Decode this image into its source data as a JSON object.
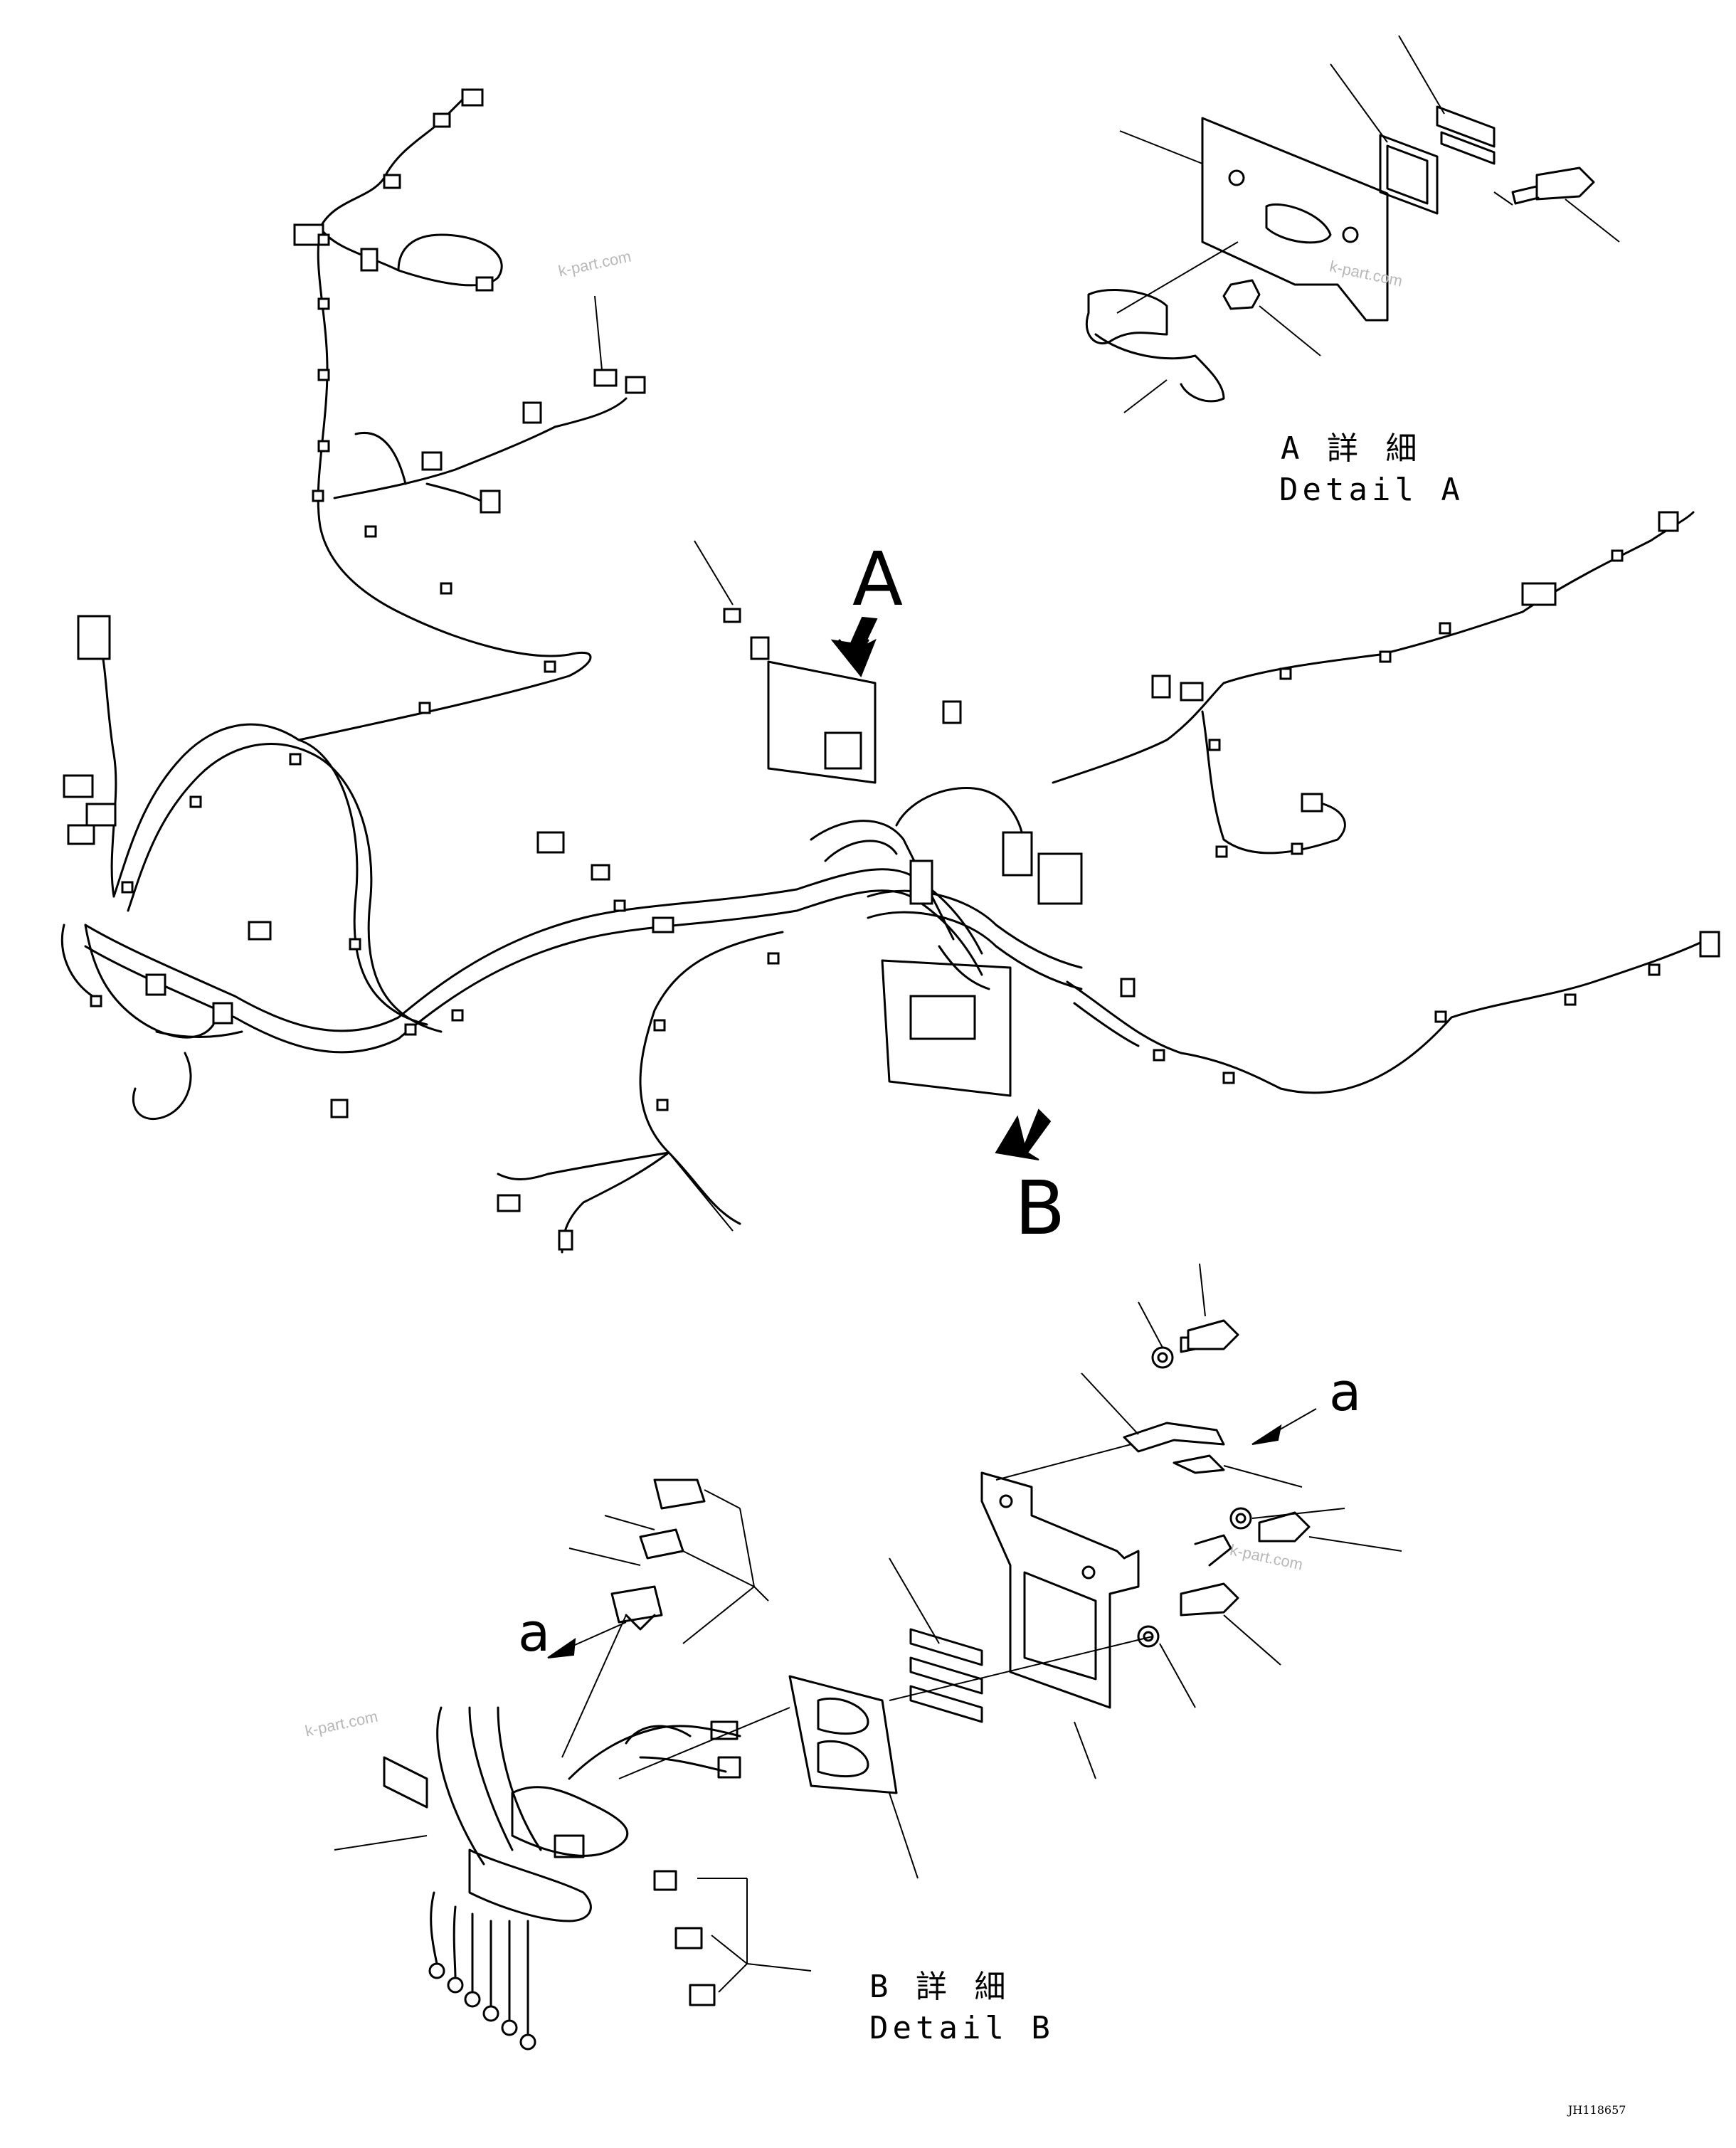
{
  "view_labels": {
    "A": "A",
    "B": "B",
    "a_upper": "a",
    "a_lower": "a"
  },
  "captions": {
    "detail_a_jp": "A 詳 細",
    "detail_a_en": "Detail A",
    "detail_b_jp": "B 詳 細",
    "detail_b_en": "Detail B"
  },
  "watermarks": [
    "k-part.com",
    "k-part.com",
    "k-part.com",
    "k-part.com"
  ],
  "drawing_code": "JH118657",
  "colors": {
    "line": "#000000",
    "background": "#ffffff",
    "watermark": "#b8b8b8"
  }
}
